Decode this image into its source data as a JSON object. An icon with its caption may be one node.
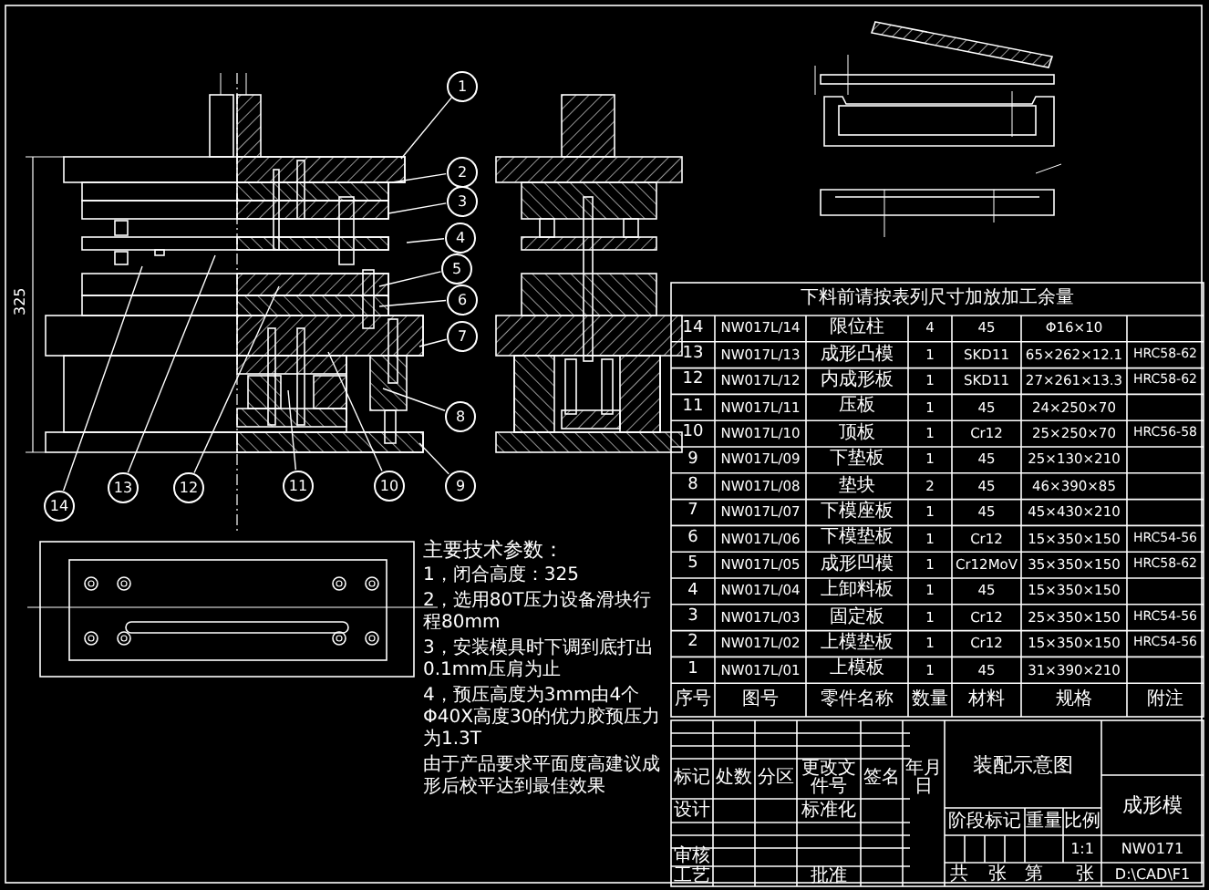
{
  "diagram": {
    "nodes": [
      {
        "text": [
          "1"
        ]
      },
      {
        "text": [
          "2"
        ]
      },
      {
        "text": [
          "3"
        ]
      },
      {
        "text": [
          "4"
        ]
      },
      {
        "text": [
          "5"
        ]
      },
      {
        "text": [
          "6"
        ]
      },
      {
        "text": [
          "7"
        ]
      },
      {
        "text": [
          "8"
        ]
      },
      {
        "text": [
          "9"
        ]
      },
      {
        "text": [
          "10"
        ]
      },
      {
        "text": [
          "11"
        ]
      },
      {
        "text": [
          "12"
        ]
      },
      {
        "text": [
          "13"
        ]
      },
      {
        "text": [
          "14"
        ]
      }
    ],
    "edges": [
      {
        "from": 0,
        "to": null,
        "arrow": "none"
      },
      {
        "from": 1,
        "to": null,
        "arrow": "none"
      },
      {
        "from": 2,
        "to": null,
        "arrow": "none"
      },
      {
        "from": 3,
        "to": null,
        "arrow": "none"
      },
      {
        "from": 4,
        "to": null,
        "arrow": "none"
      },
      {
        "from": 5,
        "to": null,
        "arrow": "none"
      },
      {
        "from": 6,
        "to": null,
        "arrow": "none"
      },
      {
        "from": 7,
        "to": null,
        "arrow": "none"
      },
      {
        "from": 8,
        "to": null,
        "arrow": "none"
      },
      {
        "from": 9,
        "to": null,
        "arrow": "none"
      },
      {
        "from": 10,
        "to": null,
        "arrow": "none"
      },
      {
        "from": 11,
        "to": null,
        "arrow": "none"
      },
      {
        "from": 12,
        "to": null,
        "arrow": "none"
      },
      {
        "from": 13,
        "to": null,
        "arrow": "none"
      }
    ],
    "labels": [
      "325",
      "主要技术参数：",
      "1，闭合高度：325",
      "2，选用80T压力设备滑块行程80mm",
      "3，安装模具时下调到底打出0.1mm压肩为止",
      "4，预压高度为3mm由4个Φ40X高度30的优力胶预压力为1.3T",
      "由于产品要求平面度高建议成形后校平达到最佳效果",
      "下料前请按表列尺寸加放加工余量",
      "14",
      "NW017L/14",
      "限位柱",
      "4",
      "45",
      "Φ16×10",
      "13",
      "NW017L/13",
      "成形凸模",
      "1",
      "SKD11",
      "65×262×12.1",
      "HRC58-62",
      "12",
      "NW017L/12",
      "内成形板",
      "1",
      "SKD11",
      "27×261×13.3",
      "HRC58-62",
      "11",
      "NW017L/11",
      "压板",
      "1",
      "45",
      "24×250×70",
      "10",
      "NW017L/10",
      "顶板",
      "1",
      "Cr12",
      "25×250×70",
      "HRC56-58",
      "9",
      "NW017L/09",
      "下垫板",
      "1",
      "45",
      "25×130×210",
      "8",
      "NW017L/08",
      "垫块",
      "2",
      "45",
      "46×390×85",
      "7",
      "NW017L/07",
      "下模座板",
      "1",
      "45",
      "45×430×210",
      "6",
      "NW017L/06",
      "下模垫板",
      "1",
      "Cr12",
      "15×350×150",
      "HRC54-56",
      "5",
      "NW017L/05",
      "成形凹模",
      "1",
      "Cr12MoV",
      "35×350×150",
      "HRC58-62",
      "4",
      "NW017L/04",
      "上卸料板",
      "1",
      "45",
      "15×350×150",
      "3",
      "NW017L/03",
      "固定板",
      "1",
      "Cr12",
      "25×350×150",
      "HRC54-56",
      "2",
      "NW017L/02",
      "上模垫板",
      "1",
      "Cr12",
      "15×350×150",
      "HRC54-56",
      "1",
      "NW017L/01",
      "上模板",
      "1",
      "45",
      "31×390×210",
      "序号",
      "图号",
      "零件名称",
      "数量",
      "材料",
      "规格",
      "附注",
      "标记",
      "处数",
      "分区",
      "更改文件号",
      "签名",
      "年月日",
      "设计",
      "标准化",
      "审核",
      "工艺",
      "批准",
      "装配示意图",
      "阶段标记",
      "重量",
      "比例",
      "1:1",
      "成形模",
      "NW0171",
      "共",
      "张",
      "第",
      "张",
      "D:\\CAD\\F1"
    ]
  }
}
